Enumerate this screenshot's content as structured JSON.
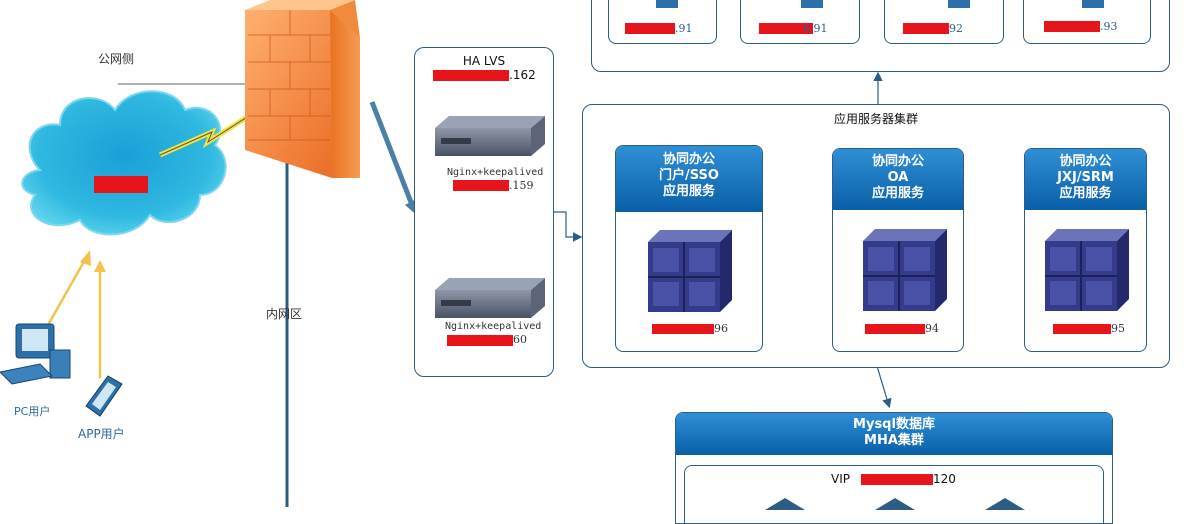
{
  "zones": {
    "public_side": "公网侧",
    "intranet": "内网区"
  },
  "users": {
    "pc_user": "PC用户",
    "app_user": "APP用户"
  },
  "lvs": {
    "title": "HA LVS",
    "vip_suffix": ".162",
    "node1_label": "Nginx+keepalived",
    "node1_ip_suffix": ".159",
    "node2_label": "Nginx+keepalived",
    "node2_ip_suffix": "60"
  },
  "app_cluster": {
    "title": "应用服务器集群",
    "servers": [
      {
        "lines": [
          "协同办公",
          "门户/SSO",
          "应用服务"
        ],
        "ip_suffix": "96"
      },
      {
        "lines": [
          "协同办公",
          "OA",
          "应用服务"
        ],
        "ip_suffix": "94"
      },
      {
        "lines": [
          "协同办公",
          "JXJ/SRM",
          "应用服务"
        ],
        "ip_suffix": "95"
      }
    ]
  },
  "top_cluster": {
    "ip_suffixes": [
      ".91",
      "6.91",
      "92",
      ".93"
    ]
  },
  "mysql": {
    "title_line1": "Mysql数据库",
    "title_line2": "MHA集群",
    "vip_label": "VIP",
    "vip_suffix": "120"
  },
  "colors": {
    "frame": "#2d5d84",
    "header_blue": "#0a5fa7",
    "redaction": "#e8141b",
    "arrow_yellow": "#f2c24a",
    "firewall": "#f07a2a"
  }
}
